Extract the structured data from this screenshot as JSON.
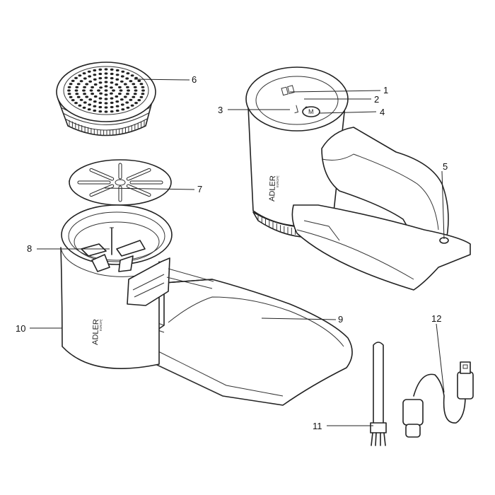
{
  "brand": {
    "name": "ADLER",
    "tagline": "EUROPE"
  },
  "control_panel": {
    "level_icon": "level-bars-icon",
    "button_label": "M"
  },
  "callouts": [
    {
      "label": "1"
    },
    {
      "label": "2"
    },
    {
      "label": "3"
    },
    {
      "label": "4"
    },
    {
      "label": "5"
    },
    {
      "label": "6"
    },
    {
      "label": "7"
    },
    {
      "label": "8"
    },
    {
      "label": "9"
    },
    {
      "label": "10"
    },
    {
      "label": "11"
    },
    {
      "label": "12"
    }
  ]
}
